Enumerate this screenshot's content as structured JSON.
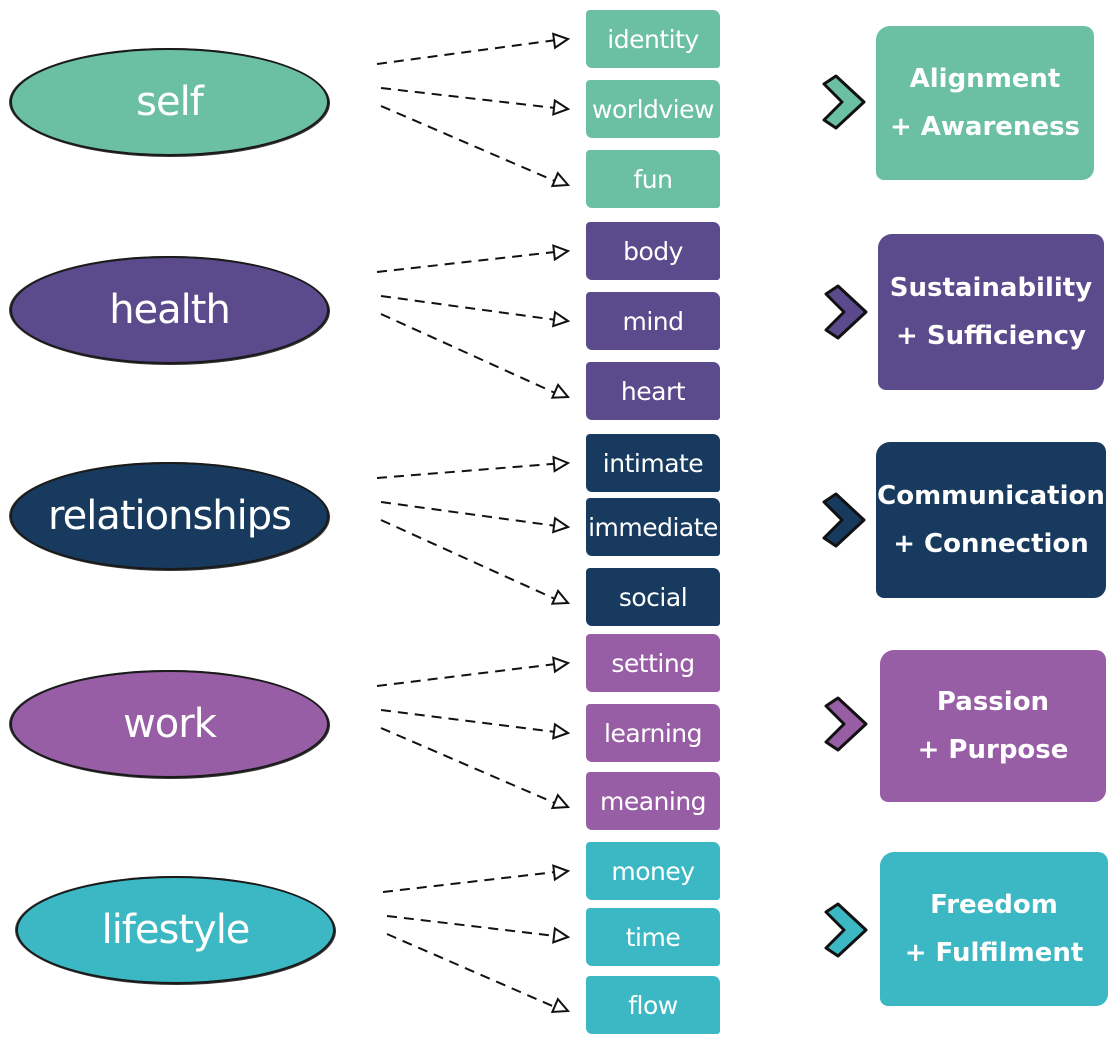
{
  "diagram": {
    "title": "",
    "groups": [
      {
        "name": "self",
        "color": "#6bbfa3",
        "items": [
          "identity",
          "worldview",
          "fun"
        ],
        "outcome_line1": "Alignment",
        "outcome_line2": "+ Awareness"
      },
      {
        "name": "health",
        "color": "#5b4a8c",
        "items": [
          "body",
          "mind",
          "heart"
        ],
        "outcome_line1": "Sustainability",
        "outcome_line2": "+ Sufficiency"
      },
      {
        "name": "relationships",
        "color": "#173a5e",
        "items": [
          "intimate",
          "immediate",
          "social"
        ],
        "outcome_line1": "Communication",
        "outcome_line2": "+ Connection"
      },
      {
        "name": "work",
        "color": "#985ea5",
        "items": [
          "setting",
          "learning",
          "meaning"
        ],
        "outcome_line1": "Passion",
        "outcome_line2": "+ Purpose"
      },
      {
        "name": "lifestyle",
        "color": "#3bb8c3",
        "items": [
          "money",
          "time",
          "flow"
        ],
        "outcome_line1": "Freedom",
        "outcome_line2": "+ Fulfilment"
      }
    ]
  }
}
